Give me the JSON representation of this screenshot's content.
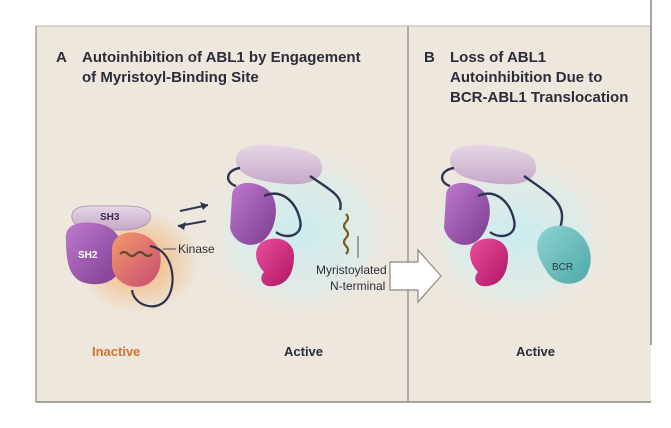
{
  "panel_a": {
    "letter": "A",
    "title_line1": "Autoinhibition of ABL1 by Engagement",
    "title_line2": "of Myristoyl-Binding Site",
    "inactive_label": "Inactive",
    "active_label": "Active",
    "sh3_label": "SH3",
    "sh2_label": "SH2",
    "kinase_label": "Kinase",
    "myristoyl_line1": "Myristoylated",
    "myristoyl_line2": "N-terminal"
  },
  "panel_b": {
    "letter": "B",
    "title_line1": "Loss of ABL1",
    "title_line2": "Autoinhibition Due to",
    "title_line3": "BCR-ABL1 Translocation",
    "bcr_label": "BCR",
    "active_label": "Active"
  },
  "colors": {
    "panel_background": "#ede7de",
    "inactive_text": "#d9722a",
    "title_text": "#2b2d3b",
    "sh3": "#d9c4d8",
    "sh2": "#9b56ab",
    "kinase": "#c95a6c",
    "pink_domain": "#d6287d",
    "bcr": "#70c4c0",
    "glow": "#bfe6ea",
    "linker": "#2f3452"
  }
}
